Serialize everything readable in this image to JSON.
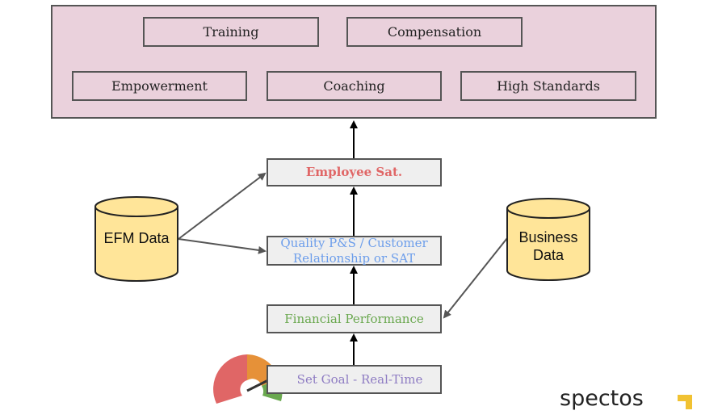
{
  "top_group": {
    "row1": [
      "Training",
      "Compensation"
    ],
    "row2": [
      "Empowerment",
      "Coaching",
      "High Standards"
    ]
  },
  "flow": {
    "employee_sat": "Employee Sat.",
    "quality": "Quality P&S / Customer Relationship or SAT",
    "financial": "Financial Performance",
    "set_goal": "Set Goal - Real-Time"
  },
  "sources": {
    "efm": "EFM Data",
    "business": "Business Data"
  },
  "logo": {
    "text": "spectos"
  },
  "colors": {
    "employee_sat": "#e06666",
    "quality": "#6d9eeb",
    "financial": "#6aa84f",
    "set_goal": "#8e7cc3",
    "gauge_red": "#e06666",
    "gauge_orange": "#e69138",
    "gauge_green": "#6aa84f",
    "cylinder_fill": "#ffe599",
    "logo_accent": "#f1c232"
  }
}
